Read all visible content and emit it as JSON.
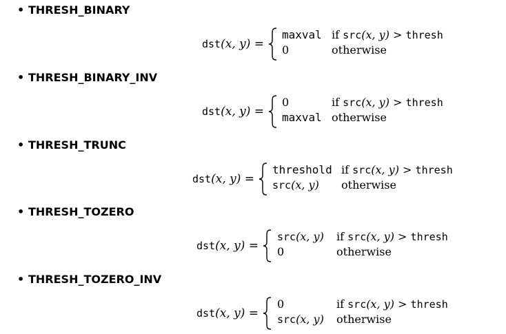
{
  "items": [
    {
      "heading": "THRESH_BINARY",
      "lhs": {
        "func": "dst",
        "args": "(x, y) ="
      },
      "row1": {
        "value": "maxval",
        "cond_if": "if",
        "cond_expr": "src",
        "cond_args": "(x, y)",
        "cond_op": ">",
        "cond_rhs": "thresh"
      },
      "row2": {
        "value": "0",
        "cond": "otherwise"
      }
    },
    {
      "heading": "THRESH_BINARY_INV",
      "lhs": {
        "func": "dst",
        "args": "(x, y) ="
      },
      "row1": {
        "value": "0",
        "cond_if": "if",
        "cond_expr": "src",
        "cond_args": "(x, y)",
        "cond_op": ">",
        "cond_rhs": "thresh"
      },
      "row2": {
        "value": "maxval",
        "cond": "otherwise"
      }
    },
    {
      "heading": "THRESH_TRUNC",
      "lhs": {
        "func": "dst",
        "args": "(x, y) ="
      },
      "row1": {
        "value": "threshold",
        "cond_if": "if",
        "cond_expr": "src",
        "cond_args": "(x, y)",
        "cond_op": ">",
        "cond_rhs": "thresh"
      },
      "row2": {
        "value_func": "src",
        "value_args": "(x, y)",
        "cond": "otherwise"
      }
    },
    {
      "heading": "THRESH_TOZERO",
      "lhs": {
        "func": "dst",
        "args": "(x, y) ="
      },
      "row1": {
        "value_func": "src",
        "value_args": "(x, y)",
        "cond_if": "if",
        "cond_expr": "src",
        "cond_args": "(x, y)",
        "cond_op": ">",
        "cond_rhs": "thresh"
      },
      "row2": {
        "value": "0",
        "cond": "otherwise"
      }
    },
    {
      "heading": "THRESH_TOZERO_INV",
      "lhs": {
        "func": "dst",
        "args": "(x, y) ="
      },
      "row1": {
        "value": "0",
        "cond_if": "if",
        "cond_expr": "src",
        "cond_args": "(x, y)",
        "cond_op": ">",
        "cond_rhs": "thresh"
      },
      "row2": {
        "value_func": "src",
        "value_args": "(x, y)",
        "cond": "otherwise"
      }
    }
  ]
}
